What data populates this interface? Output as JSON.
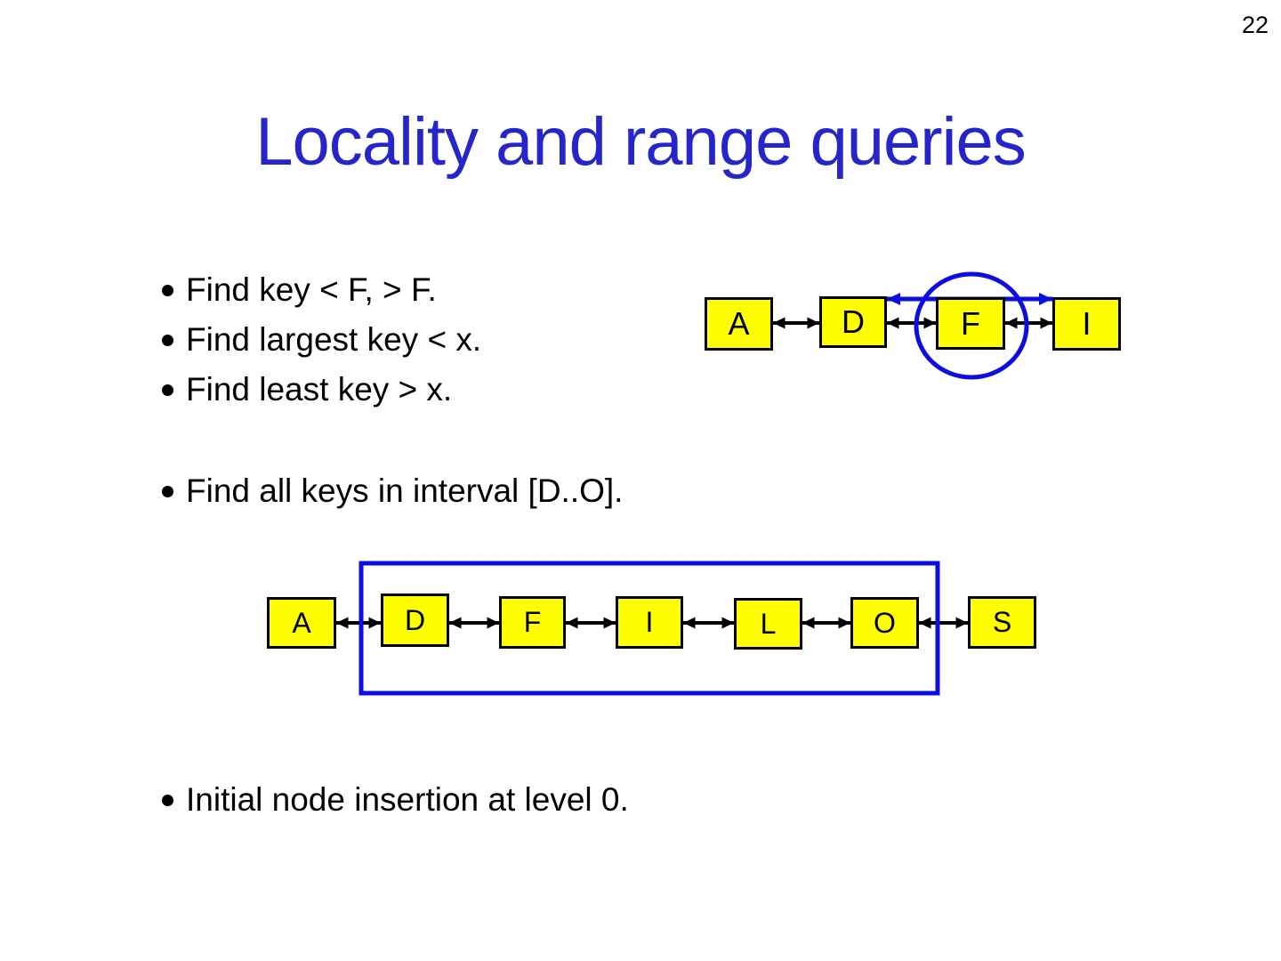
{
  "page_number": "22",
  "title": "Locality and range queries",
  "bullets": {
    "group1": [
      "Find key < F, > F.",
      "Find largest key < x.",
      "Find least key > x."
    ],
    "interval": "Find all keys in interval [D..O].",
    "insertion": "Initial node insertion at level 0."
  },
  "diagram_top": {
    "nodes": [
      "A",
      "D",
      "F",
      "I"
    ],
    "highlighted_node": "F"
  },
  "diagram_bottom": {
    "nodes": [
      "A",
      "D",
      "F",
      "I",
      "L",
      "O",
      "S"
    ],
    "range_start": "D",
    "range_end": "O"
  },
  "colors": {
    "title_blue": "#2525cb",
    "diagram_blue": "#0d0de2",
    "node_fill": "#ffff00",
    "node_border": "#000000"
  }
}
